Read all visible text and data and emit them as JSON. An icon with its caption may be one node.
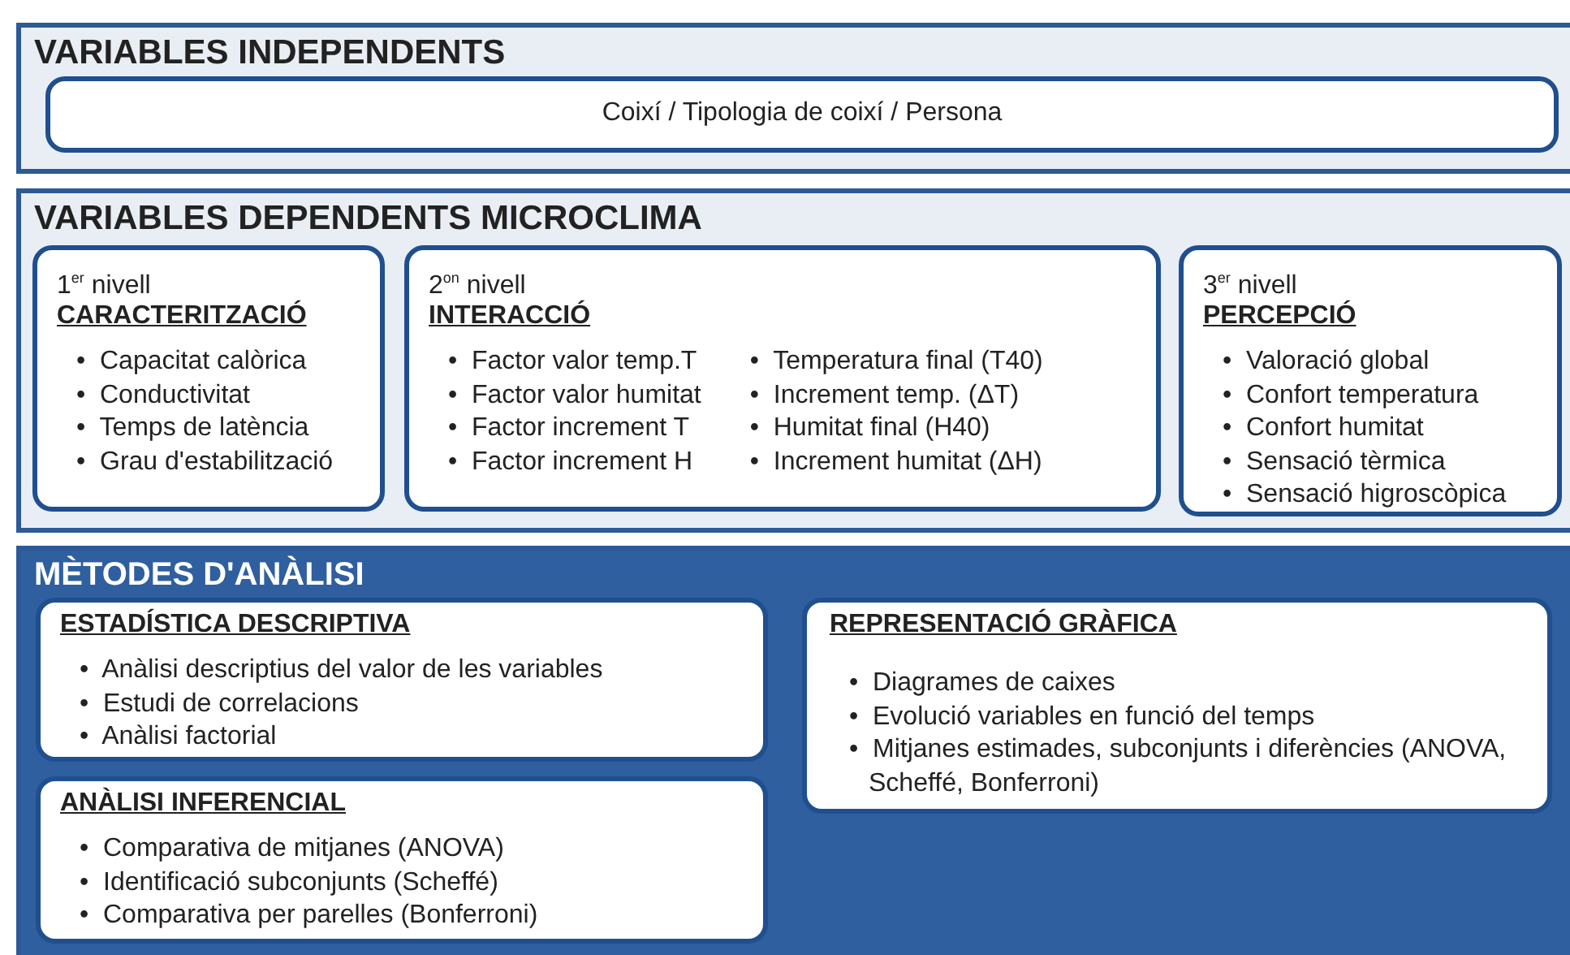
{
  "diagram": {
    "nodes": [
      {
        "text": [
          "VARIABLES INDEPENDENTS"
        ]
      },
      {
        "text": [
          "Coixí / Tipologia de coixí / Persona"
        ],
        "in": 0
      },
      {
        "text": [
          "VARIABLES DEPENDENTS MICROCLIMA"
        ]
      },
      {
        "text": [
          "1$^{er}$ nivell",
          "CARACTERITZACIÓ",
          "•  Capacitat calòrica",
          "•  Conductivitat",
          "•  Temps de latència",
          "•  Grau d'estabilització"
        ],
        "in": 2
      },
      {
        "text": [
          "2$^{on}$ nivell",
          "INTERACCIÓ",
          "•  Factor valor temp.T",
          "•  Factor valor humitat",
          "•  Factor increment T",
          "•  Factor increment H",
          "•  Temperatura final (T40)",
          "•  Increment temp. (ΔT)",
          "•  Humitat final (H40)",
          "•  Increment humitat (ΔH)"
        ],
        "in": 2
      },
      {
        "text": [
          "3$^{er}$ nivell",
          "PERCEPCIÓ",
          "•  Valoració global",
          "•  Confort temperatura",
          "•  Confort humitat",
          "•  Sensació tèrmica",
          "•  Sensació higroscòpica"
        ],
        "in": 2
      },
      {
        "text": [
          "MÈTODES D'ANÀLISI"
        ]
      },
      {
        "text": [
          "ESTADÍSTICA DESCRIPTIVA",
          "•  Anàlisi descriptius del valor de les variables",
          "•  Estudi de correlacions",
          "•  Anàlisi factorial"
        ],
        "in": 6
      },
      {
        "text": [
          "ANÀLISI INFERENCIAL",
          "•  Comparativa de mitjanes (ANOVA)",
          "•  Identificació subconjunts (Scheffé)",
          "•  Comparativa per parelles (Bonferroni)"
        ],
        "in": 6
      },
      {
        "text": [
          "REPRESENTACIÓ GRÀFICA",
          "•  Diagrames de caixes",
          "•  Evolució variables en funció del temps",
          "•  Mitjanes estimades, subconjunts i diferències (ANOVA, Scheffé, Bonferroni)"
        ],
        "in": 6
      }
    ]
  }
}
